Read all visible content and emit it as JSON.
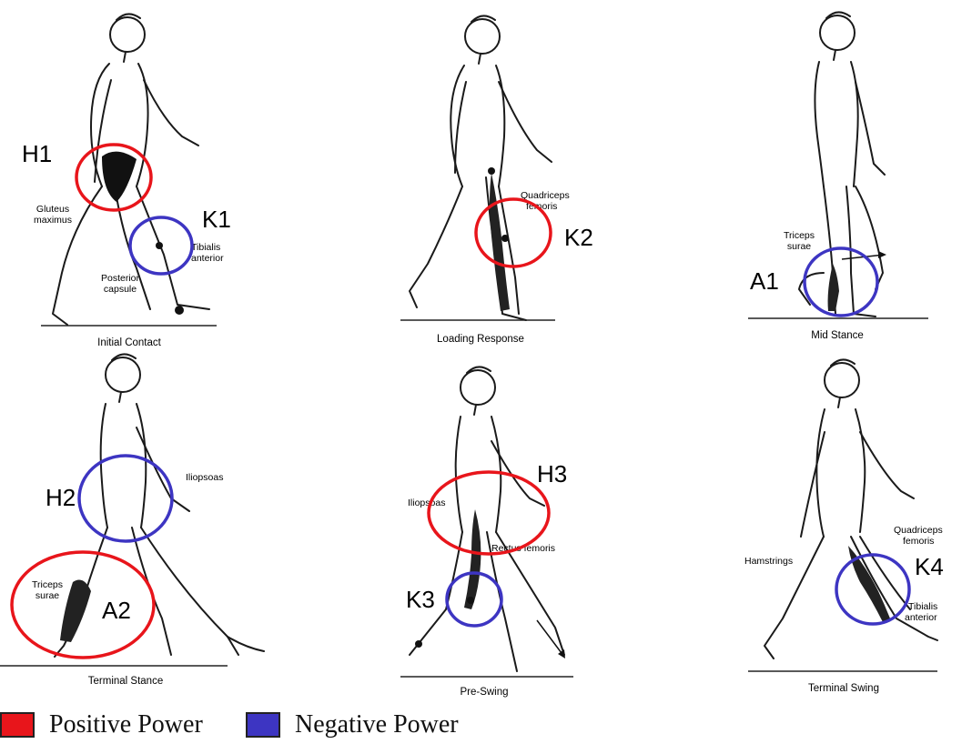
{
  "colors": {
    "positive": "#e8151b",
    "negative": "#3d35c2"
  },
  "phases": [
    {
      "id": "initial-contact",
      "caption": "Initial Contact",
      "markers": [
        {
          "label": "H1",
          "power": "positive"
        },
        {
          "label": "K1",
          "power": "negative"
        }
      ],
      "muscles": [
        "Gluteus",
        "maximus",
        "Tibialis",
        "anterior",
        "Posterior",
        "capsule"
      ]
    },
    {
      "id": "loading-response",
      "caption": "Loading Response",
      "markers": [
        {
          "label": "K2",
          "power": "positive"
        }
      ],
      "muscles": [
        "Quadriceps",
        "femoris"
      ]
    },
    {
      "id": "mid-stance",
      "caption": "Mid Stance",
      "markers": [
        {
          "label": "A1",
          "power": "negative"
        }
      ],
      "muscles": [
        "Triceps",
        "surae"
      ]
    },
    {
      "id": "terminal-stance",
      "caption": "Terminal Stance",
      "markers": [
        {
          "label": "H2",
          "power": "negative"
        },
        {
          "label": "A2",
          "power": "positive"
        }
      ],
      "muscles": [
        "Iliopsoas",
        "Triceps",
        "surae"
      ]
    },
    {
      "id": "pre-swing",
      "caption": "Pre-Swing",
      "markers": [
        {
          "label": "H3",
          "power": "positive"
        },
        {
          "label": "K3",
          "power": "negative"
        }
      ],
      "muscles": [
        "Iliopsoas",
        "Rectus femoris"
      ]
    },
    {
      "id": "terminal-swing",
      "caption": "Terminal Swing",
      "markers": [
        {
          "label": "K4",
          "power": "negative"
        }
      ],
      "muscles": [
        "Hamstrings",
        "Quadriceps",
        "femoris",
        "Tibialis",
        "anterior"
      ]
    }
  ],
  "legend": {
    "positive_label": "Positive Power",
    "negative_label": "Negative Power"
  }
}
